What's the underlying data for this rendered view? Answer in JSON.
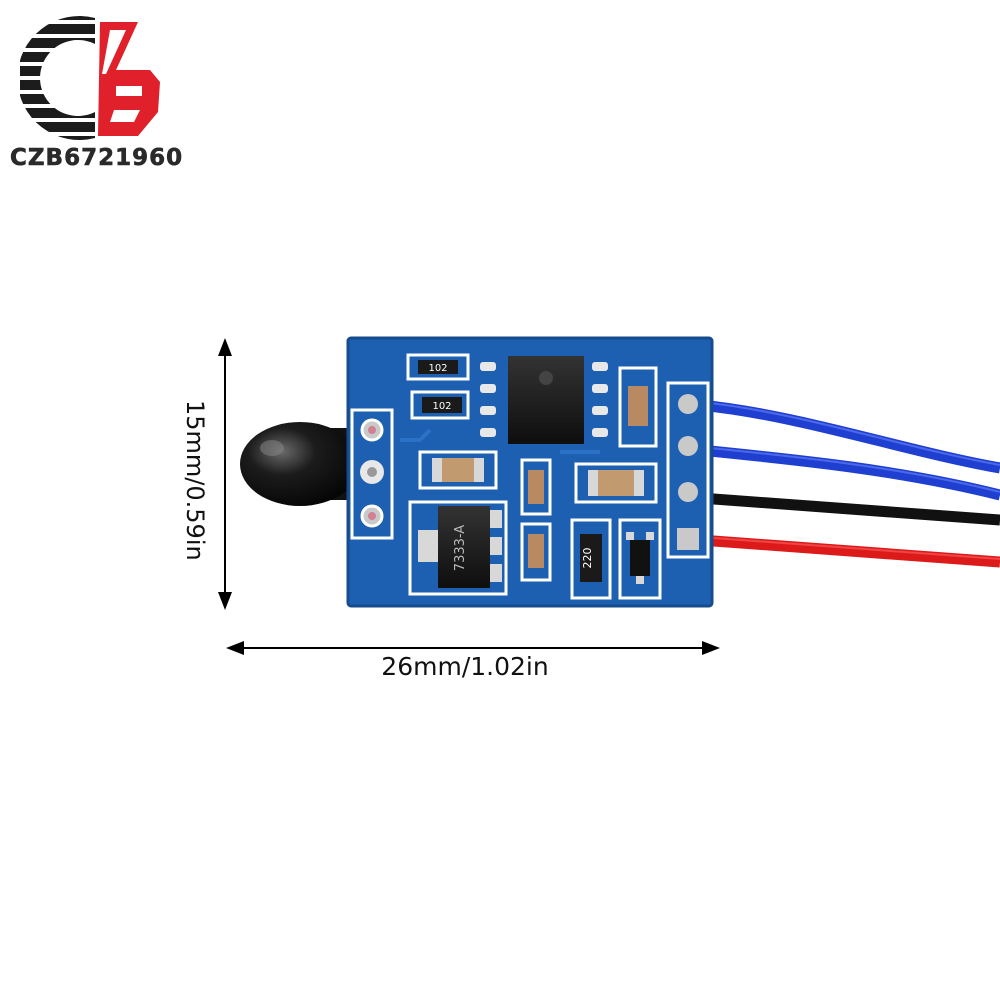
{
  "logo": {
    "brand_text": "CZB6721960",
    "colors": {
      "red": "#e0202a",
      "black": "#1c1c1c"
    }
  },
  "dimensions": {
    "height_label": "15mm/0.59in",
    "width_label": "26mm/1.02in"
  },
  "board": {
    "pcb_color": "#1d5fb0",
    "silk_color": "#ffffff",
    "components": {
      "resistor_1": "102",
      "resistor_2": "102",
      "regulator": "7333-A",
      "resistor_3": "220"
    },
    "wires": [
      "blue",
      "blue",
      "black",
      "red"
    ],
    "wire_colors": {
      "blue": "#1e3fd0",
      "black": "#111111",
      "red": "#dd1a1a"
    }
  }
}
